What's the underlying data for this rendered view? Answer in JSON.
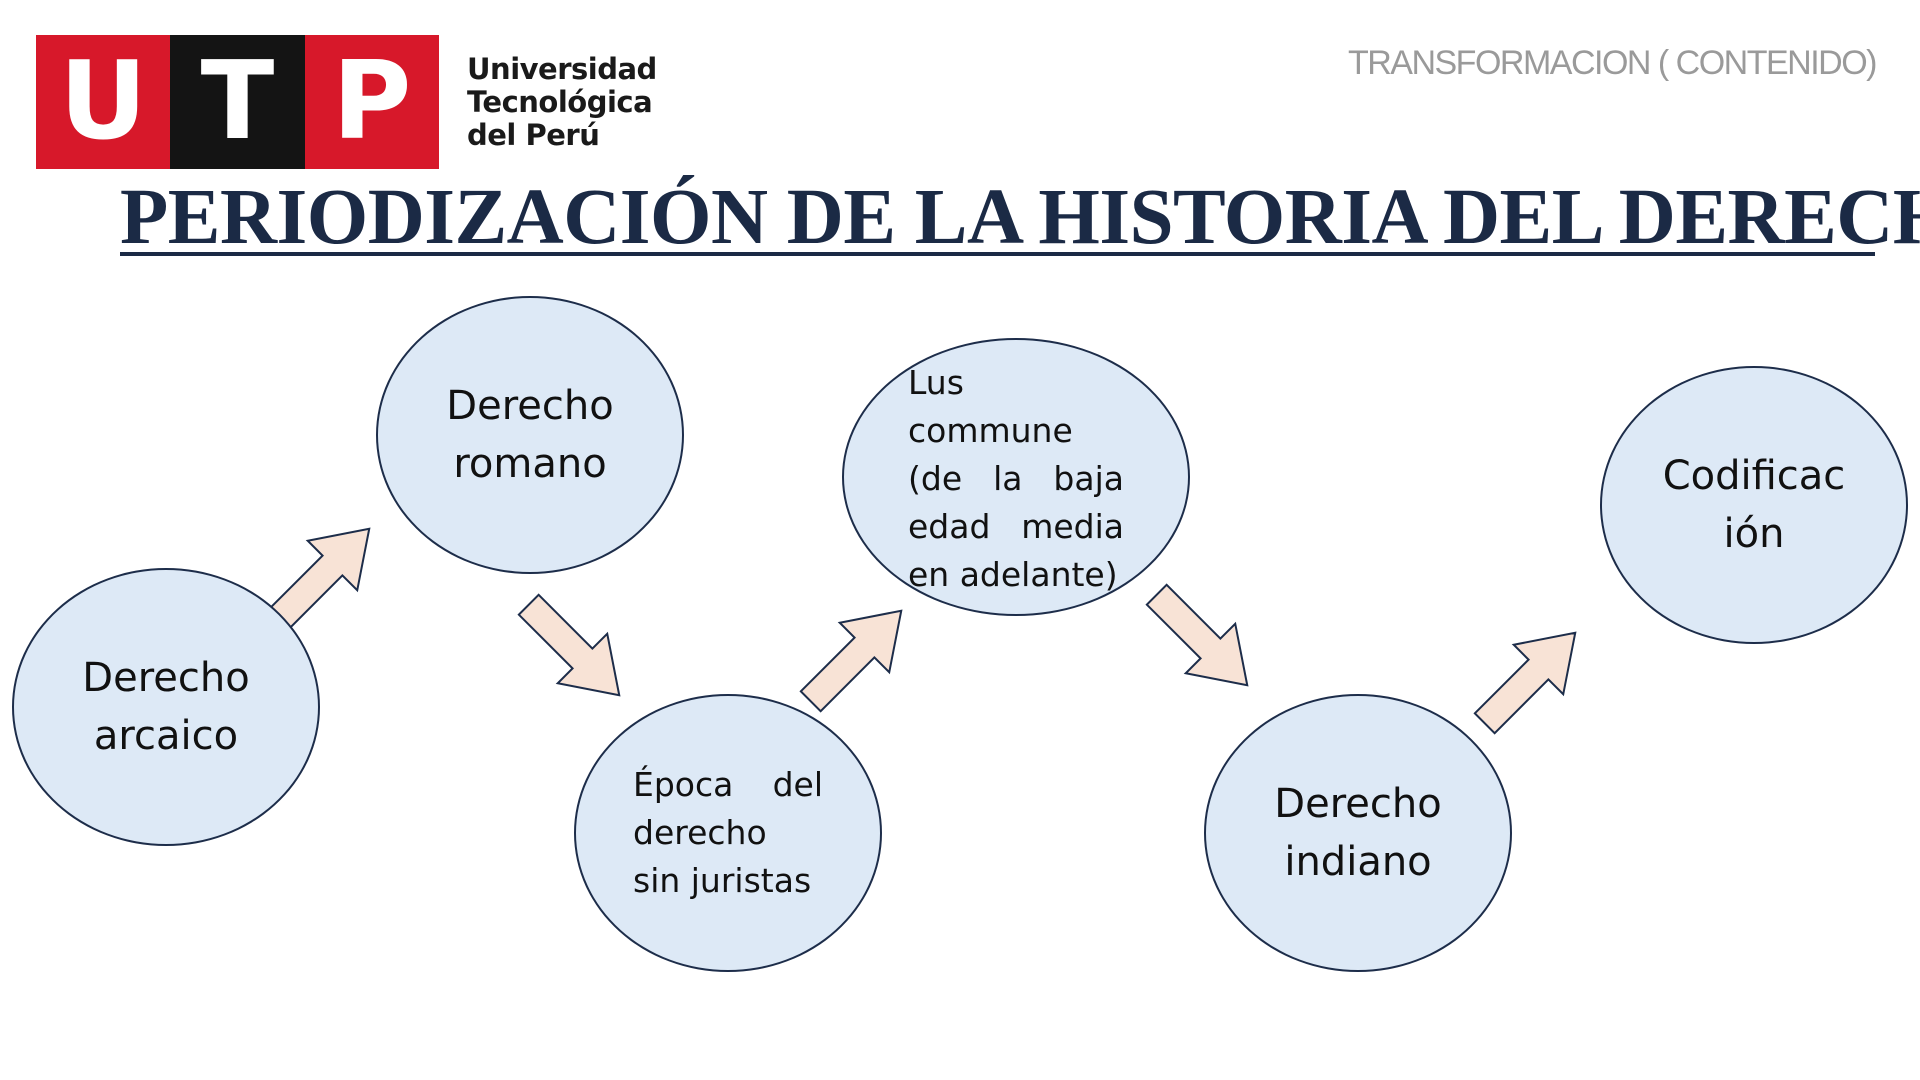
{
  "header": {
    "logo_letters": [
      "U",
      "T",
      "P"
    ],
    "logo_name_lines": [
      "Universidad",
      "Tecnológica",
      "del Perú"
    ],
    "section_label": "TRANSFORMACION ( CONTENIDO)"
  },
  "title": "PERIODIZACIÓN DE LA HISTORIA DEL DERECHO",
  "diagram": {
    "nodes": [
      {
        "id": "arcaico",
        "lines": [
          "Derecho",
          "arcaico"
        ]
      },
      {
        "id": "romano",
        "lines": [
          "Derecho",
          "romano"
        ]
      },
      {
        "id": "sin-juristas",
        "lines": [
          "Época del",
          "derecho",
          "sin juristas"
        ]
      },
      {
        "id": "ius-commune",
        "lines": [
          "Lus",
          "commune",
          "(de la baja",
          "edad media",
          "en adelante)"
        ]
      },
      {
        "id": "indiano",
        "lines": [
          "Derecho",
          "indiano"
        ]
      },
      {
        "id": "codificacion",
        "lines": [
          "Codificac",
          "ión"
        ]
      }
    ],
    "colors": {
      "node_fill": "#dde9f6",
      "node_border": "#1d2d4a",
      "arrow_fill": "#f8e3d6",
      "arrow_border": "#1d2d4a"
    }
  }
}
